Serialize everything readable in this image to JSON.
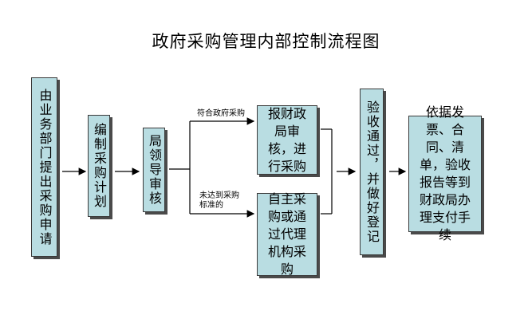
{
  "title": "政府采购管理内部控制流程图",
  "nodes": {
    "apply": "由业务部门提出采购申请",
    "plan": "编制采购计划",
    "leader": "局领导审核",
    "finance_review": "报财政局审核，进行采购",
    "self_purchase": "自主采购或通过代理机构采购",
    "accept": "验收通过，并做好登记",
    "pay": "依据发票、合同、清单，验收报告等到财政局办理支付手续"
  },
  "edges": {
    "upper_label": "符合政府采购",
    "lower_label_1": "未达到采购",
    "lower_label_2": "标准的"
  },
  "colors": {
    "box_fill": "#b9dde2",
    "line": "#000000"
  }
}
